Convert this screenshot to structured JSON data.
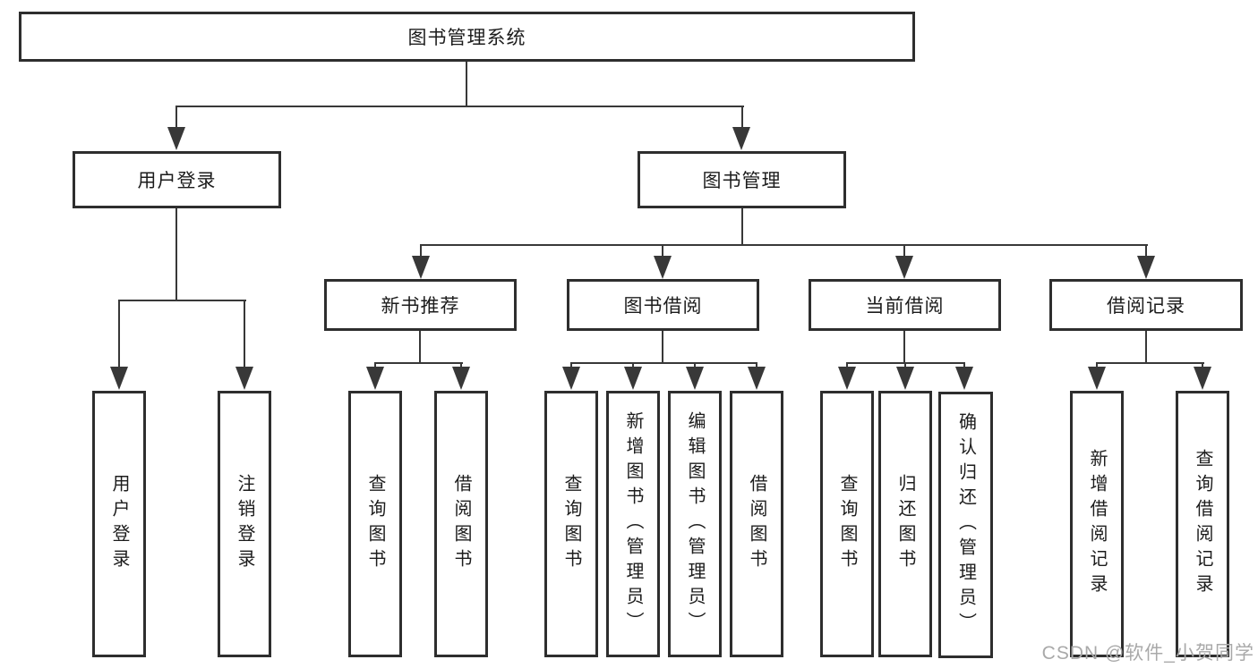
{
  "tree": {
    "label": "图书管理系统",
    "children": [
      {
        "label": "用户登录",
        "children": [
          {
            "label": "用户登录"
          },
          {
            "label": "注销登录"
          }
        ]
      },
      {
        "label": "图书管理",
        "children": [
          {
            "label": "新书推荐",
            "children": [
              {
                "label": "查询图书"
              },
              {
                "label": "借阅图书"
              }
            ]
          },
          {
            "label": "图书借阅",
            "children": [
              {
                "label": "查询图书"
              },
              {
                "label": "新增图书（管理员）"
              },
              {
                "label": "编辑图书（管理员）"
              },
              {
                "label": "借阅图书"
              }
            ]
          },
          {
            "label": "当前借阅",
            "children": [
              {
                "label": "查询图书"
              },
              {
                "label": "归还图书"
              },
              {
                "label": "确认归还（管理员）"
              }
            ]
          },
          {
            "label": "借阅记录",
            "children": [
              {
                "label": "新增借阅记录"
              },
              {
                "label": "查询借阅记录"
              }
            ]
          }
        ]
      }
    ]
  },
  "watermark": {
    "text": "CSDN @软件_小贺同学"
  },
  "colors": {
    "bg": "#ffffff",
    "line": "#383838",
    "border": "#2e2e2e",
    "text": "#1c1c1c",
    "watermark": "#a9a9a9"
  }
}
